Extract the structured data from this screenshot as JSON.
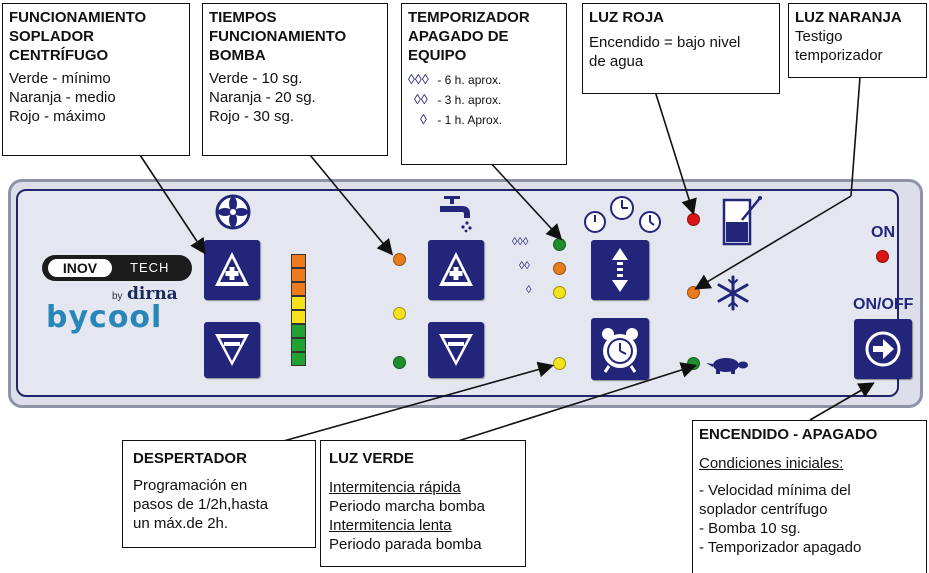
{
  "callouts": {
    "soplador": {
      "title": "FUNCIONAMIENTO\nSOPLADOR\nCENTRÍFUGO",
      "lines": [
        "Verde - mínimo",
        "Naranja - medio",
        "Rojo - máximo"
      ]
    },
    "bomba": {
      "title": "TIEMPOS\nFUNCIONAMIENTO\nBOMBA",
      "lines": [
        "Verde - 10 sg.",
        "Naranja - 20 sg.",
        "Rojo - 30 sg."
      ]
    },
    "temporizador": {
      "title": "TEMPORIZADOR\nAPAGADO DE\nEQUIPO",
      "items": [
        {
          "symbol": "◊◊◊",
          "text": "- 6 h. aprox."
        },
        {
          "symbol": "◊◊",
          "text": "- 3 h. aprox."
        },
        {
          "symbol": "◊",
          "text": "- 1 h. Aprox."
        }
      ]
    },
    "luz_roja": {
      "title": "LUZ ROJA",
      "text": "Encendido = bajo nivel\nde agua"
    },
    "luz_naranja": {
      "title": "LUZ NARANJA",
      "text": "Testigo\ntemporizador"
    },
    "despertador": {
      "title": "DESPERTADOR",
      "text": "Programación en\npasos de 1/2h,hasta\nun máx.de 2h."
    },
    "luz_verde": {
      "title": "LUZ VERDE",
      "sub1": "Intermitencia rápida",
      "text1": "Periodo marcha bomba",
      "sub2": "Intermitencia lenta",
      "text2": "Periodo parada bomba"
    },
    "encendido": {
      "title": "ENCENDIDO - APAGADO",
      "sub": "Condiciones iniciales:",
      "lines": [
        "- Velocidad mínima del\n  soplador centrífugo",
        "- Bomba 10 sg.",
        "- Temporizador apagado"
      ]
    }
  },
  "panel": {
    "logo_inov": "INOV",
    "logo_tech": "TECH",
    "logo_by": "by",
    "logo_dirna": "dirna",
    "logo_bycool": "bycool",
    "on_label": "ON",
    "onoff_label": "ON/OFF",
    "timer_symbols": [
      "◊◊◊",
      "◊◊",
      "◊"
    ]
  },
  "colors": {
    "panel_border": "#23256a",
    "button": "#23257a",
    "led_green": "#1f8f2e",
    "led_orange": "#e87b1b",
    "led_yellow": "#f4e21a",
    "led_red": "#d91515"
  }
}
